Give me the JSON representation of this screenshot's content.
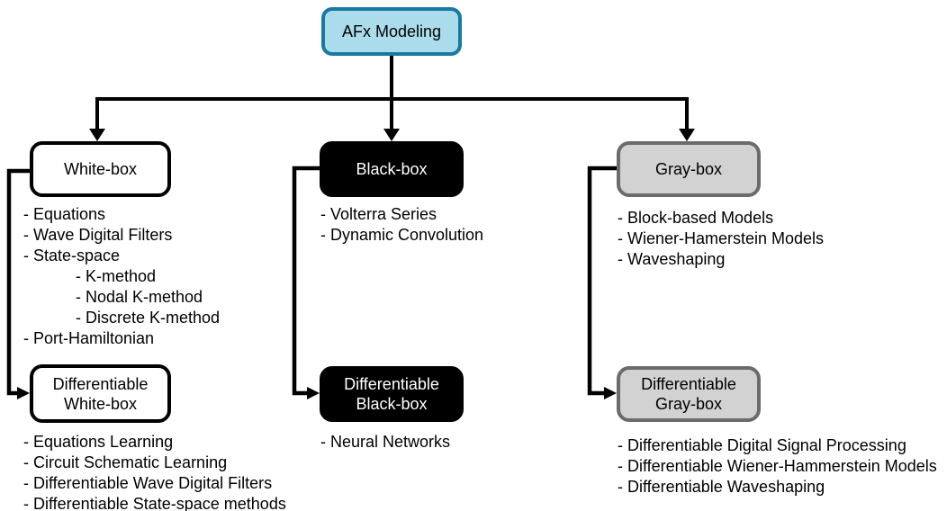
{
  "diagram": {
    "root": {
      "label": "AFx Modeling"
    },
    "branches": [
      {
        "label": "White-box",
        "methods": [
          "- Equations",
          "- Wave Digital Filters",
          "- State-space",
          "- K-method",
          "- Nodal K-method",
          "- Discrete K-method",
          "- Port-Hamiltonian"
        ],
        "diff": {
          "line1": "Differentiable",
          "line2": "White-box"
        },
        "diff_methods": [
          "- Equations Learning",
          "- Circuit Schematic Learning",
          "- Differentiable Wave Digital Filters",
          "- Differentiable State-space methods"
        ]
      },
      {
        "label": "Black-box",
        "methods": [
          "- Volterra Series",
          "- Dynamic Convolution"
        ],
        "diff": {
          "line1": "Differentiable",
          "line2": "Black-box"
        },
        "diff_methods": [
          "- Neural Networks"
        ]
      },
      {
        "label": "Gray-box",
        "methods": [
          "- Block-based Models",
          "- Wiener-Hamerstein Models",
          "- Waveshaping"
        ],
        "diff": {
          "line1": "Differentiable",
          "line2": "Gray-box"
        },
        "diff_methods": [
          "- Differentiable Digital Signal Processing",
          "- Differentiable Wiener-Hammerstein Models",
          "- Differentiable Waveshaping"
        ]
      }
    ]
  },
  "colors": {
    "root_fill": "#abdcec",
    "root_border": "#1879a3",
    "black_fill": "#000000",
    "black_text": "#ffffff",
    "gray_fill": "#d2d2d2",
    "gray_border": "#6b6b6b",
    "line": "#000000",
    "text": "#000000",
    "background": "#ffffff"
  }
}
